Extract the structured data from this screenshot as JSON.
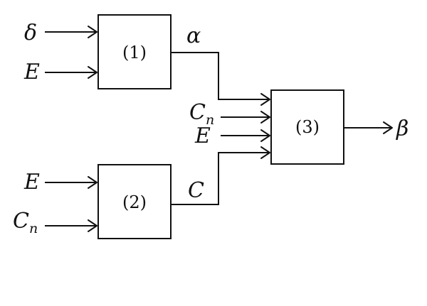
{
  "blocks": {
    "b1": "(1)",
    "b2": "(2)",
    "b3": "(3)"
  },
  "inputs": {
    "b1_delta": "δ",
    "b1_E": "E",
    "b2_E": "E",
    "b2_Cn_base": "C",
    "b2_Cn_sub": "n",
    "b3_Cn_base": "C",
    "b3_Cn_sub": "n",
    "b3_E": "E"
  },
  "signals": {
    "alpha": "α",
    "C": "C",
    "beta": "β"
  }
}
